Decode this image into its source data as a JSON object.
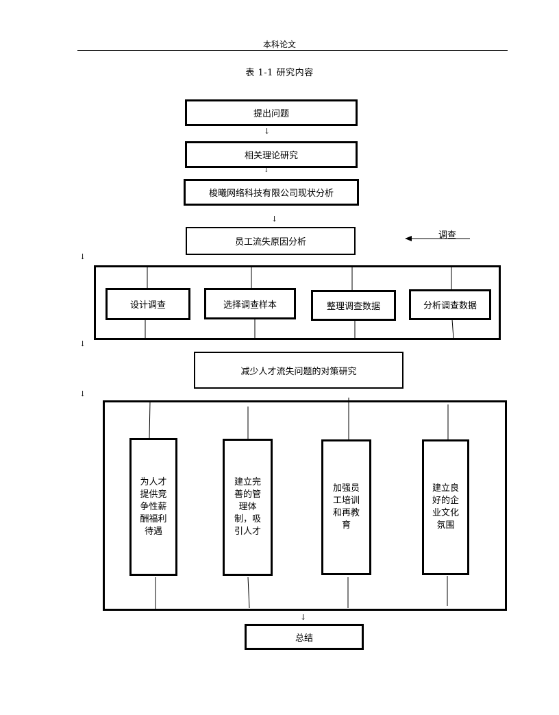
{
  "header": {
    "title": "本科论文"
  },
  "caption": "表 1-1  研究内容",
  "flow": {
    "step1": "提出问题",
    "step2": "相关理论研究",
    "step3": "梭曦网络科技有限公司现状分析",
    "step4": "员工流失原因分析",
    "side_label": "调查",
    "survey_steps": [
      "设计调查",
      "选择调查样本",
      "整理调查数据",
      "分析调查数据"
    ],
    "step5": "减少人才流失问题的对策研究",
    "measures": [
      "为人才提供竞争性薪酬福利待遇",
      "建立完善的管理体制，吸引人才",
      "加强员工培训和再教育",
      "建立良好的企业文化氛围"
    ],
    "final": "总结"
  },
  "arrow_glyph": "↓"
}
